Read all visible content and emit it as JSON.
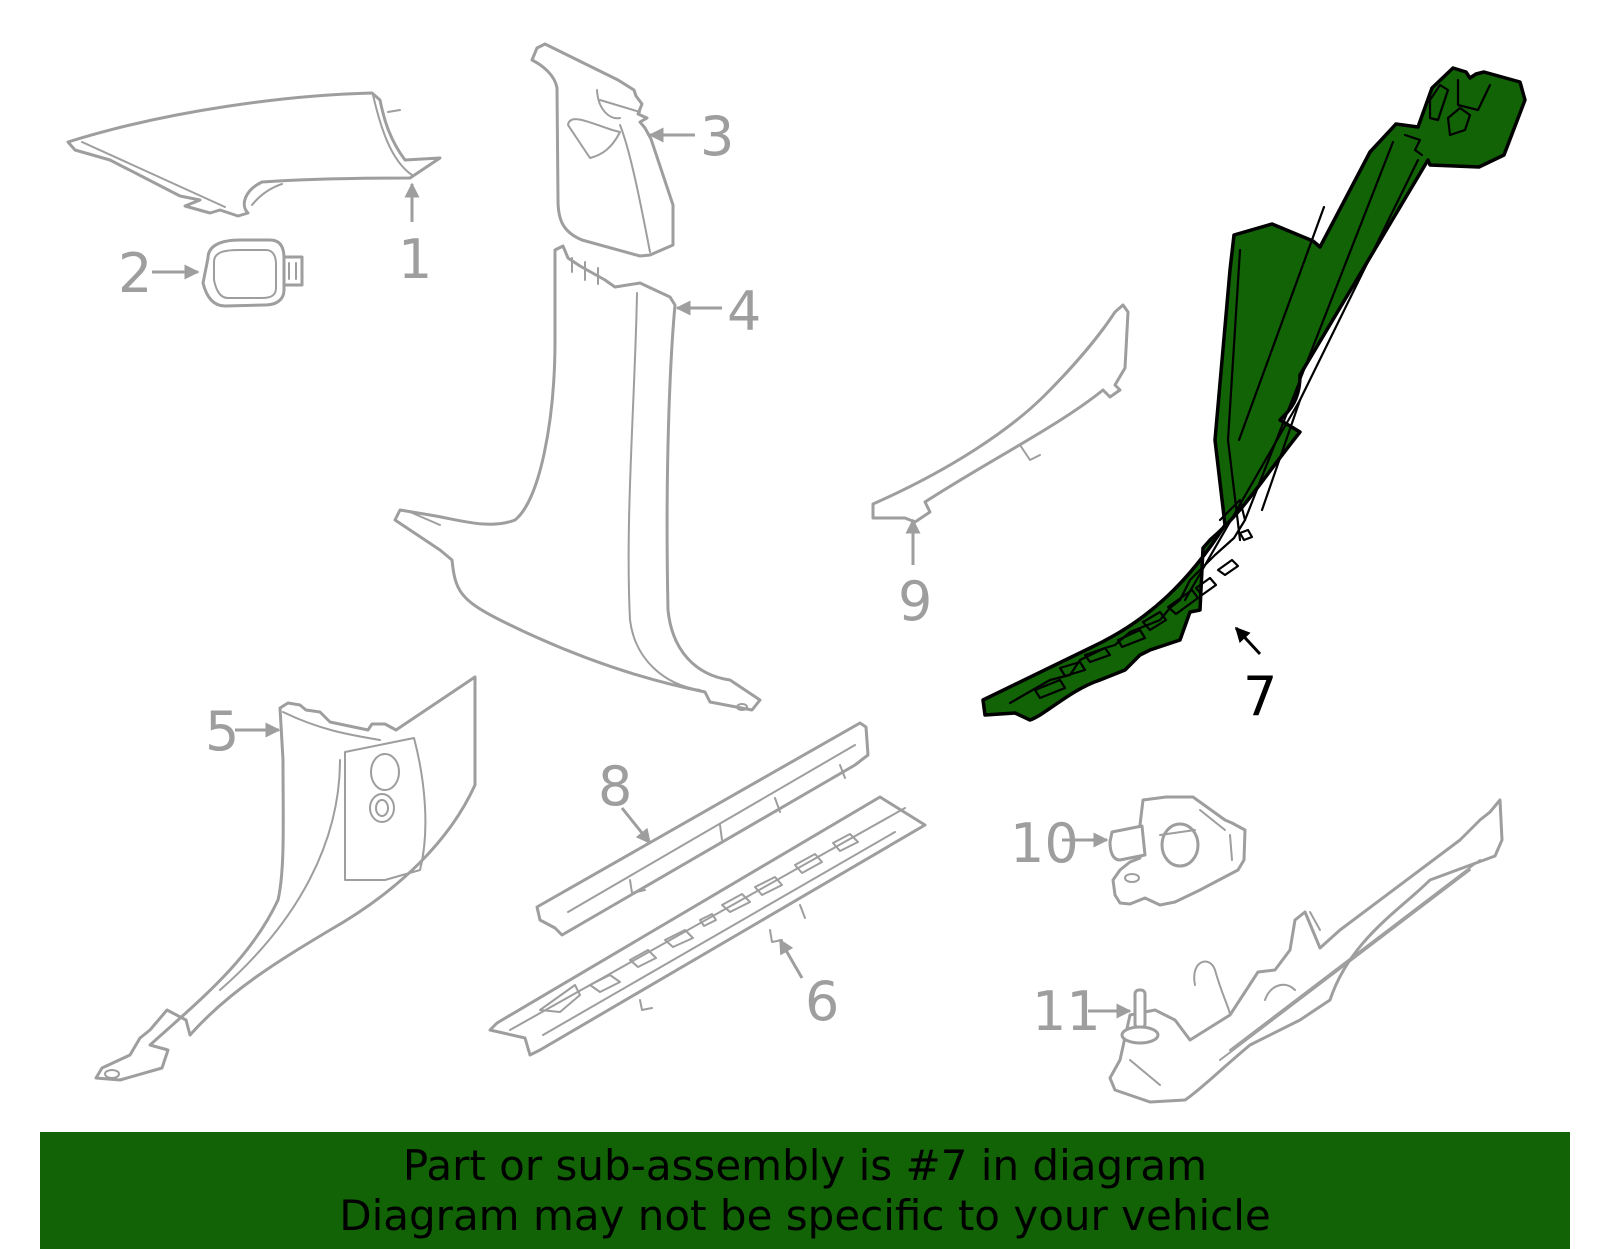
{
  "diagram": {
    "highlight_color": "#116306",
    "outline_color": "#9e9e9e",
    "highlighted_part": "7",
    "callouts": [
      {
        "id": "1",
        "label": "1",
        "part": "upper-trim-panel"
      },
      {
        "id": "2",
        "label": "2",
        "part": "clip-grommet"
      },
      {
        "id": "3",
        "label": "3",
        "part": "b-pillar-upper-trim"
      },
      {
        "id": "4",
        "label": "4",
        "part": "b-pillar-lower-trim"
      },
      {
        "id": "5",
        "label": "5",
        "part": "kick-panel"
      },
      {
        "id": "6",
        "label": "6",
        "part": "front-sill-plate"
      },
      {
        "id": "7",
        "label": "7",
        "part": "rear-sill-pillar-trim",
        "highlighted": true
      },
      {
        "id": "8",
        "label": "8",
        "part": "sill-trim-strip"
      },
      {
        "id": "9",
        "label": "9",
        "part": "rear-sill-trim-strip"
      },
      {
        "id": "10",
        "label": "10",
        "part": "sensor-bracket"
      },
      {
        "id": "11",
        "label": "11",
        "part": "rear-sill-retainer"
      }
    ]
  },
  "banner": {
    "line1": "Part or sub-assembly is #7 in diagram",
    "line2": "Diagram may not be specific to your vehicle"
  }
}
